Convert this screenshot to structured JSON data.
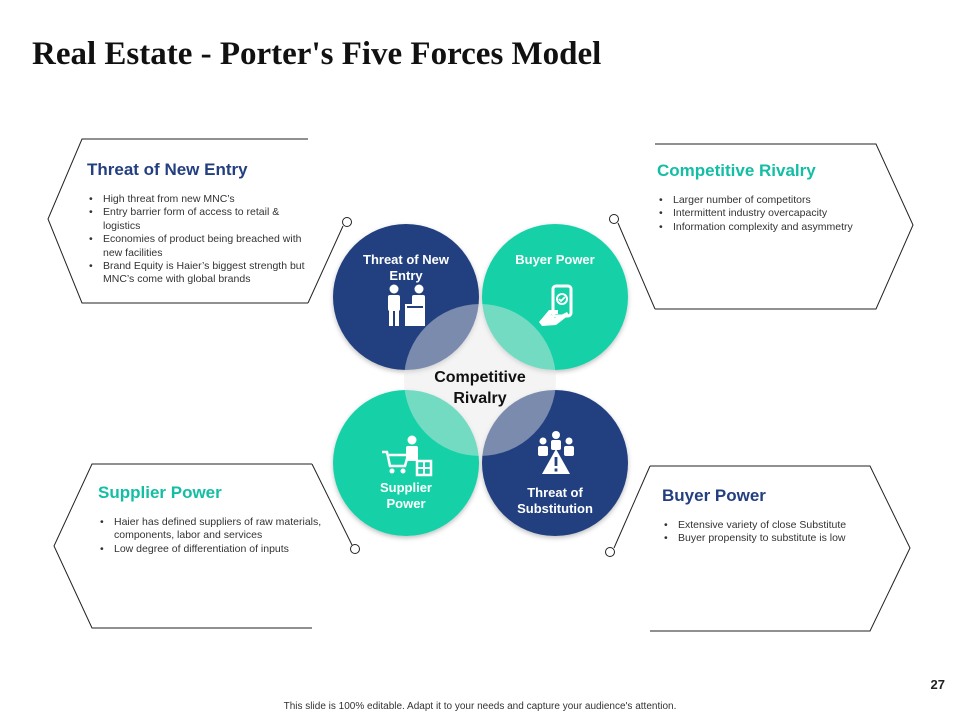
{
  "slide": {
    "title": "Real Estate - Porter's Five Forces Model",
    "page_number": "27",
    "footer": "This slide is 100% editable. Adapt it to your needs and capture your audience's attention."
  },
  "colors": {
    "navy": "#233f7f",
    "teal": "#12d1a7",
    "center_gray": "#e6e6e6",
    "teal_heading": "#13bea4",
    "navy_heading": "#233f7f"
  },
  "panels": {
    "top_left": {
      "heading": "Threat of New Entry",
      "bullets": [
        "High threat from new MNC’s",
        "Entry barrier form of access to retail & logistics",
        "Economies of product being breached with new facilities",
        "Brand Equity is Haier’s biggest strength but MNC’s come with global brands"
      ]
    },
    "top_right": {
      "heading": "Competitive Rivalry",
      "bullets": [
        "Larger number of competitors",
        "Intermittent industry overcapacity",
        "Information complexity and asymmetry"
      ]
    },
    "bottom_left": {
      "heading": "Supplier Power",
      "bullets": [
        "Haier has defined suppliers of raw materials, components, labor and services",
        "Low degree of differentiation of inputs"
      ]
    },
    "bottom_right": {
      "heading": "Buyer Power",
      "bullets": [
        "Extensive variety of close Substitute",
        "Buyer propensity to substitute is low"
      ]
    }
  },
  "circles": {
    "top_left": {
      "label": "Threat of New Entry",
      "icon": "people-at-counter-icon"
    },
    "top_right": {
      "label": "Buyer Power",
      "icon": "hand-holding-phone-icon"
    },
    "bottom_left": {
      "label": "Supplier Power",
      "icon": "supplier-cart-icon"
    },
    "bottom_right": {
      "label": "Threat of Substitution",
      "icon": "warning-team-icon"
    },
    "center": {
      "label": "Competitive Rivalry"
    }
  }
}
